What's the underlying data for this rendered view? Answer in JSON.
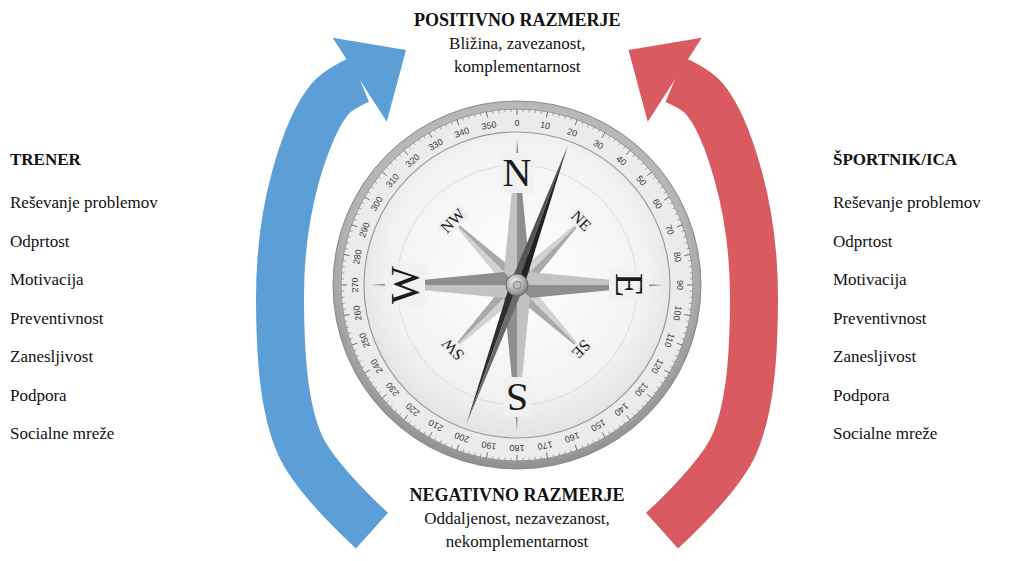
{
  "diagram": {
    "nodes": [
      {
        "text": [
          "POSITIVNO RAZMERJE",
          "Bližina, zavezanost, komplementarnost"
        ]
      },
      {
        "text": [
          "TRENER",
          "Reševanje problemov",
          "Odprtost",
          "Motivacija",
          "Preventivnost",
          "Zanesljivost",
          "Podpora",
          "Socialne mreže"
        ]
      },
      {
        "text": [
          "ŠPORTNIK/ICA",
          "Reševanje problemov",
          "Odprtost",
          "Motivacija",
          "Preventivnost",
          "Zanesljivost",
          "Podpora",
          "Socialne mreže"
        ]
      },
      {
        "text": [
          "NEGATIVNO RAZMERJE",
          "Oddaljenost, nezavezanost, nekomplementarnost"
        ]
      }
    ],
    "edges": [
      {
        "from": 3,
        "to": 0,
        "arrow": "to"
      },
      {
        "from": 3,
        "to": 0,
        "arrow": "to"
      }
    ],
    "labels": [
      "N",
      "NE",
      "E",
      "SE",
      "S",
      "SW",
      "W",
      "NW",
      "0",
      "10",
      "20",
      "30",
      "40",
      "50",
      "60",
      "70",
      "80",
      "90",
      "100",
      "110",
      "120",
      "130",
      "140",
      "150",
      "160",
      "170",
      "180",
      "190",
      "200",
      "210",
      "220",
      "230",
      "240",
      "250",
      "260",
      "270",
      "280",
      "290",
      "300",
      "310",
      "320",
      "330",
      "340",
      "350"
    ]
  }
}
